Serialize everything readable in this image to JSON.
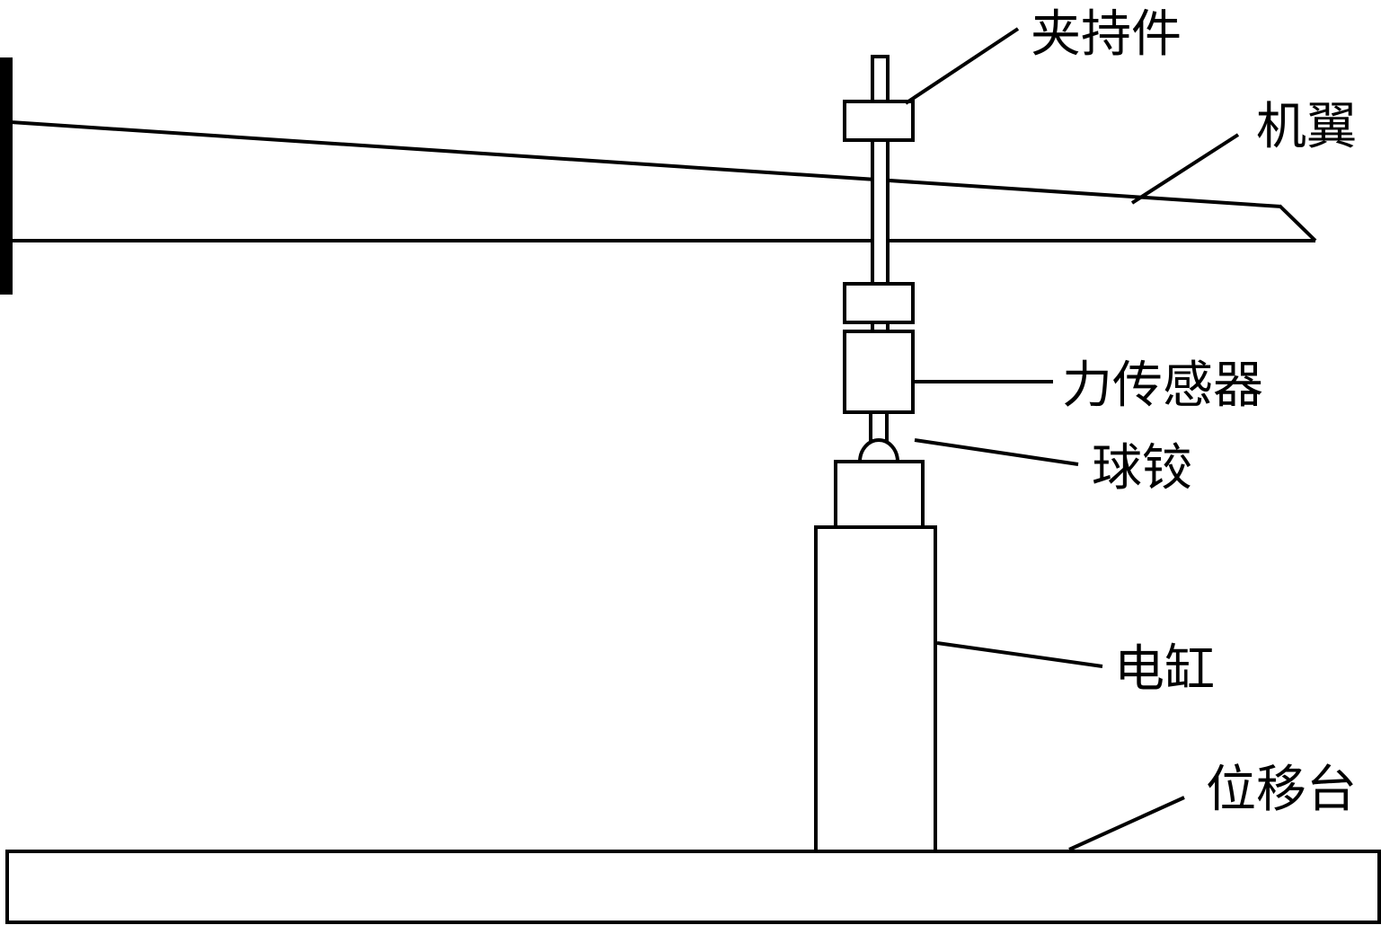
{
  "labels": {
    "clamp": "夹持件",
    "wing": "机翼",
    "force_sensor": "力传感器",
    "ball_joint": "球铰",
    "actuator": "电缸",
    "stage": "位移台"
  }
}
